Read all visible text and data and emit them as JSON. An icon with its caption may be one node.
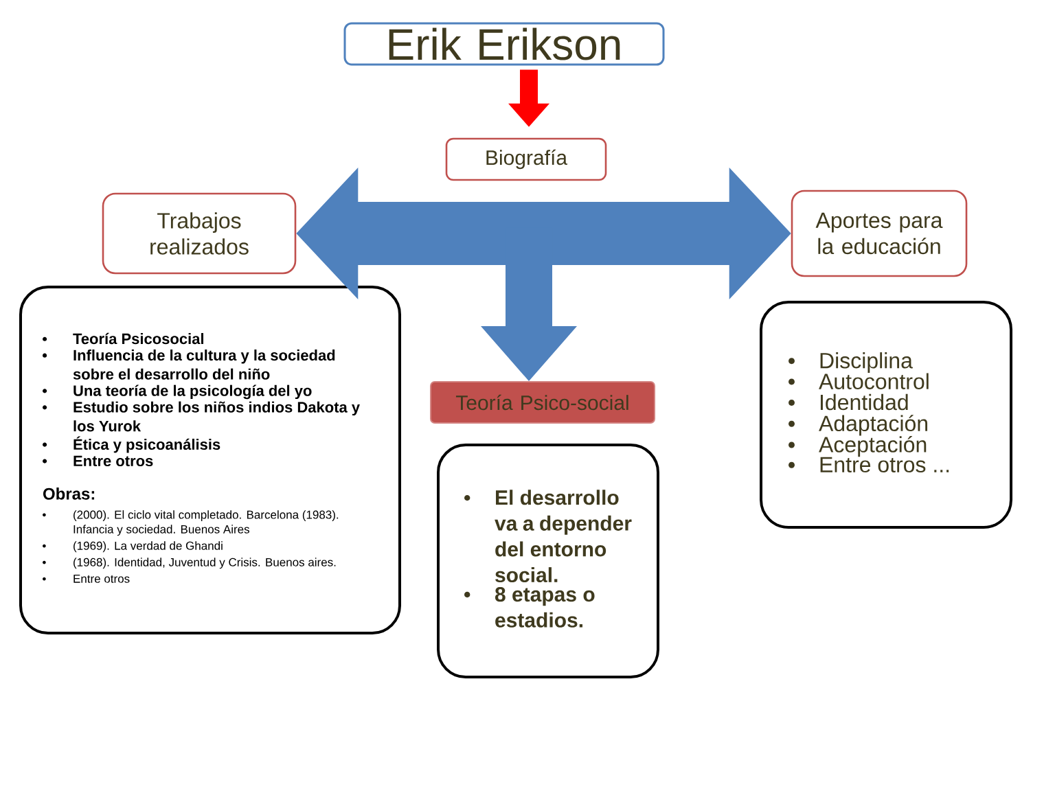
{
  "diagram": {
    "nodes": [
      {
        "text": [
          "Erik Erikson"
        ]
      },
      {
        "text": [
          "Biografía"
        ]
      },
      {
        "text": [
          "Trabajos realizados"
        ]
      },
      {
        "text": [
          "Aportes para la educación"
        ]
      },
      {
        "text": [
          "Teoría Psico-social"
        ]
      },
      {
        "text": [
          "Teoría Psicosocial",
          "Influencia de la cultura y la sociedad sobre el desarrollo del niño",
          "Una teoría de la psicología del yo",
          "Estudio sobre los niños indios Dakota y los Yurok",
          "Ética y psicoanálisis",
          "Entre otros",
          "Obras:",
          "(2000). El ciclo vital completado. Barcelona (1983). Infancia y sociedad. Buenos Aires",
          "(1969). La verdad de Ghandi",
          "(1968). Identidad, Juventud y Crisis. Buenos aires.",
          "Entre otros"
        ]
      },
      {
        "text": [
          "El desarrollo va a depender del entorno social.",
          "8 etapas o estadios."
        ]
      },
      {
        "text": [
          "Disciplina",
          "Autocontrol",
          "Identidad",
          "Adaptación",
          "Aceptación",
          "Entre otros ..."
        ]
      }
    ],
    "edges": [
      {
        "from": 0,
        "to": 1,
        "arrow": "to",
        "color": "#ff0000"
      },
      {
        "from": 1,
        "to": 2,
        "arrow": "to"
      },
      {
        "from": 1,
        "to": 3,
        "arrow": "to"
      },
      {
        "from": 1,
        "to": 4,
        "arrow": "to"
      }
    ]
  }
}
